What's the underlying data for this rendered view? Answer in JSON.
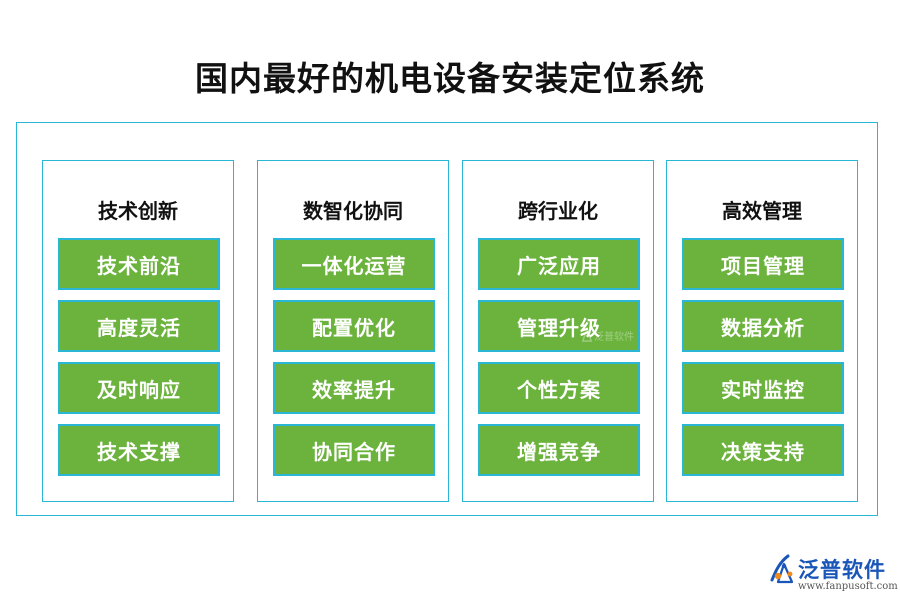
{
  "title": "国内最好的机电设备安装定位系统",
  "columns": [
    {
      "heading": "技术创新",
      "items": [
        "技术前沿",
        "高度灵活",
        "及时响应",
        "技术支撑"
      ]
    },
    {
      "heading": "数智化协同",
      "items": [
        "一体化运营",
        "配置优化",
        "效率提升",
        "协同合作"
      ]
    },
    {
      "heading": "跨行业化",
      "items": [
        "广泛应用",
        "管理升级",
        "个性方案",
        "增强竞争"
      ]
    },
    {
      "heading": "高效管理",
      "items": [
        "项目管理",
        "数据分析",
        "实时监控",
        "决策支持"
      ]
    }
  ],
  "logo": {
    "name": "泛普软件",
    "url": "www.fanpusoft.com"
  },
  "watermark": {
    "text": "泛普软件"
  },
  "colors": {
    "box_fill": "#6cb33e",
    "border": "#2ab7d6",
    "logo_blue": "#1a56b8",
    "logo_orange": "#f08a1c"
  }
}
